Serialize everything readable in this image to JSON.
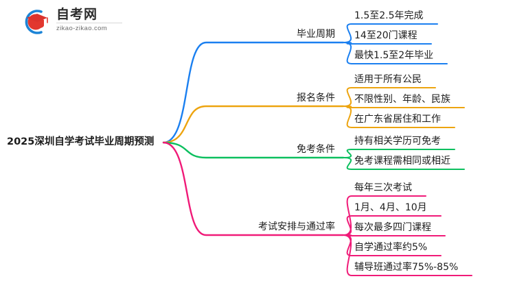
{
  "logo": {
    "name_cn": "自考网",
    "url": "zikao-zikao.com",
    "mark_icon": "graduation-cap-icon",
    "ring_color": "#1c84d6",
    "cap_color": "#e2372f"
  },
  "mindmap": {
    "root": {
      "label": "2025深圳自学考试毕业周期预测"
    },
    "branches": [
      {
        "label": "毕业周期",
        "color": "#1a7ff0",
        "children": [
          {
            "label": "1.5至2.5年完成"
          },
          {
            "label": "14至20门课程"
          },
          {
            "label": "最快1.5至2年毕业"
          }
        ]
      },
      {
        "label": "报名条件",
        "color": "#eda40f",
        "children": [
          {
            "label": "适用于所有公民"
          },
          {
            "label": "不限性别、年龄、民族"
          },
          {
            "label": "在广东省居住和工作"
          }
        ]
      },
      {
        "label": "免考条件",
        "color": "#0bbf5e",
        "children": [
          {
            "label": "持有相关学历可免考"
          },
          {
            "label": "免考课程需相同或相近"
          }
        ]
      },
      {
        "label": "考试安排与通过率",
        "color": "#f01a78",
        "children": [
          {
            "label": "每年三次考试"
          },
          {
            "label": "1月、4月、10月"
          },
          {
            "label": "每次最多四门课程"
          },
          {
            "label": "自学通过率约5%"
          },
          {
            "label": "辅导班通过率75%-85%"
          }
        ]
      }
    ]
  }
}
